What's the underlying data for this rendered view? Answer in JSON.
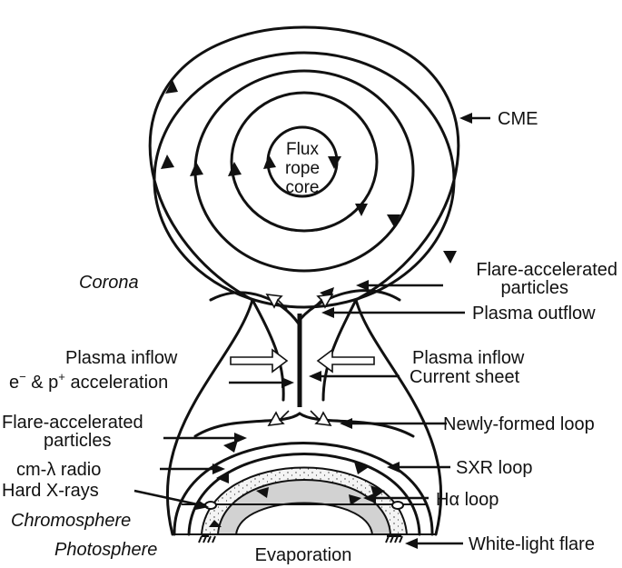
{
  "labels": {
    "cme": "CME",
    "flux_rope_core_1": "Flux",
    "flux_rope_core_2": "rope",
    "flux_rope_core_3": "core",
    "corona": "Corona",
    "flare_particles_upper_1": "Flare-accelerated",
    "flare_particles_upper_2": "particles",
    "plasma_outflow": "Plasma outflow",
    "plasma_inflow_left": "Plasma inflow",
    "plasma_inflow_right": "Plasma inflow",
    "acceleration_prefix": "e",
    "acceleration_minus": "−",
    "acceleration_mid": " & p",
    "acceleration_plus": "+",
    "acceleration_suffix": " acceleration",
    "current_sheet": "Current sheet",
    "flare_particles_lower_1": "Flare-accelerated",
    "flare_particles_lower_2": "particles",
    "newly_formed_loop": "Newly-formed loop",
    "cm_radio": "cm-λ radio",
    "sxr_loop": "SXR loop",
    "hard_xrays": "Hard X-rays",
    "halpha_loop": "Hα loop",
    "chromosphere": "Chromosphere",
    "photosphere": "Photosphere",
    "evaporation": "Evaporation",
    "white_light_flare": "White-light flare"
  },
  "colors": {
    "ink": "#111111",
    "halpha_fill": "#d2d2d2",
    "sxr_fill": "#f4f4f4",
    "background": "#ffffff"
  }
}
